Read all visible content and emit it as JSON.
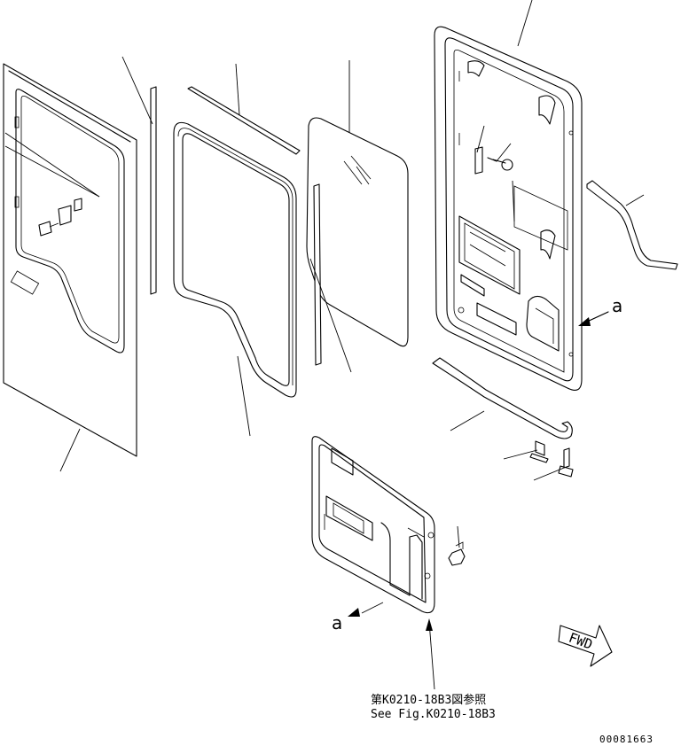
{
  "reference_note": {
    "line1": "第K0210-18B3図参照",
    "line2": "See Fig.K0210-18B3"
  },
  "drawing_number": "00081663",
  "view_marker_label": "a",
  "fwd_label": "FWD"
}
